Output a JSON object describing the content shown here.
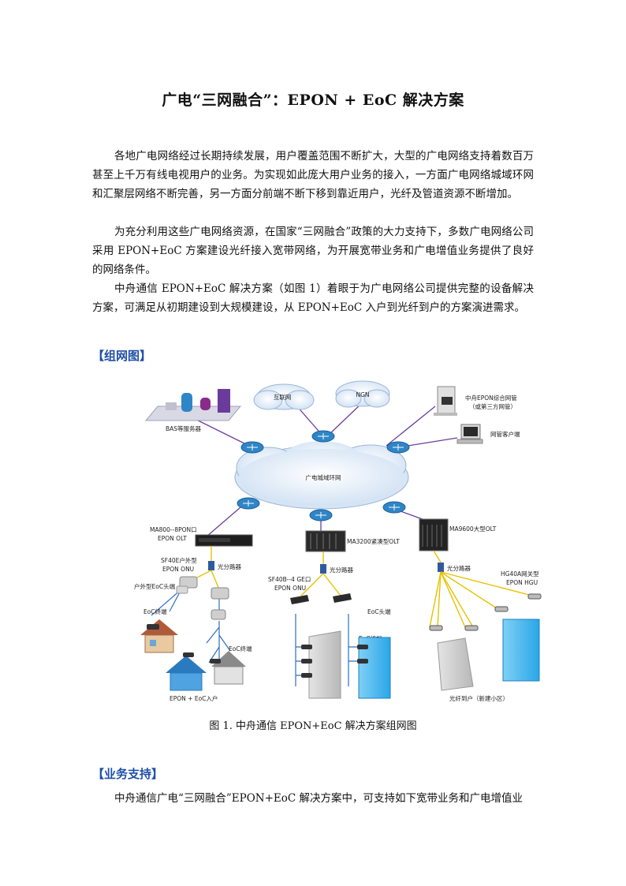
{
  "title": "广电“三网融合”：EPON + EoC 解决方案",
  "paragraphs": [
    "各地广电网络经过长期持续发展，用户覆盖范围不断扩大，大型的广电网络支持着数百万甚至上千万有线电视用户的业务。为实现如此庞大用户业务的接入，一方面广电网络城域环网和汇聚层网络不断完善，另一方面分前端不断下移到靠近用户，光纤及管道资源不断增加。",
    "为充分利用这些广电网络资源，在国家“三网融合”政策的大力支持下，多数广电网络公司采用 EPON+EoC 方案建设光纤接入宽带网络，为开展宽带业务和广电增值业务提供了良好的网络条件。",
    "中舟通信 EPON+EoC 解决方案（如图 1）着眼于为广电网络公司提供完整的设备解决方案，可满足从初期建设到大规模建设，从 EPON+EoC 入户到光纤到户的方案演进需求。"
  ],
  "section_network": "【组网图】",
  "diagram": {
    "internet": "互联网",
    "ngn": "NGN",
    "nms": "中舟EPON综合网管",
    "nms_sub": "（或第三方网管）",
    "nms_client": "网管客户端",
    "bas": "BAS等服务器",
    "metro": "广电城域环网",
    "olt1": "MA800--8PON口",
    "olt1_sub": "EPON OLT",
    "olt2": "MA3200紧凑型OLT",
    "olt3": "MA9600大型OLT",
    "splitter": "光分路器",
    "onu1": "SF40E户外型",
    "onu1_sub": "EPON ONU",
    "eoc_head_outdoor": "户外型EoC头端",
    "eoc_terminal": "EoC终端",
    "onu2": "SF40B--4 GE口",
    "onu2_sub": "EPON ONU",
    "eoc_head": "EoC头端",
    "hgu": "HG40A网关型",
    "hgu_sub": "EPON HGU",
    "epon_eoc": "EPON + EoC入户",
    "fttH": "光纤到户（新建小区）"
  },
  "caption": "图 1.  中舟通信 EPON+EoC 解决方案组网图",
  "section_services": "【业务支持】",
  "services_intro": "中舟通信广电“三网融合”EPON+EoC 解决方案中，可支持如下宽带业务和广电增值业",
  "colors": {
    "heading": "#1f4fa8",
    "router": "#2f86c6",
    "link": "#6a3f9c",
    "fiber": "#e6c200"
  }
}
